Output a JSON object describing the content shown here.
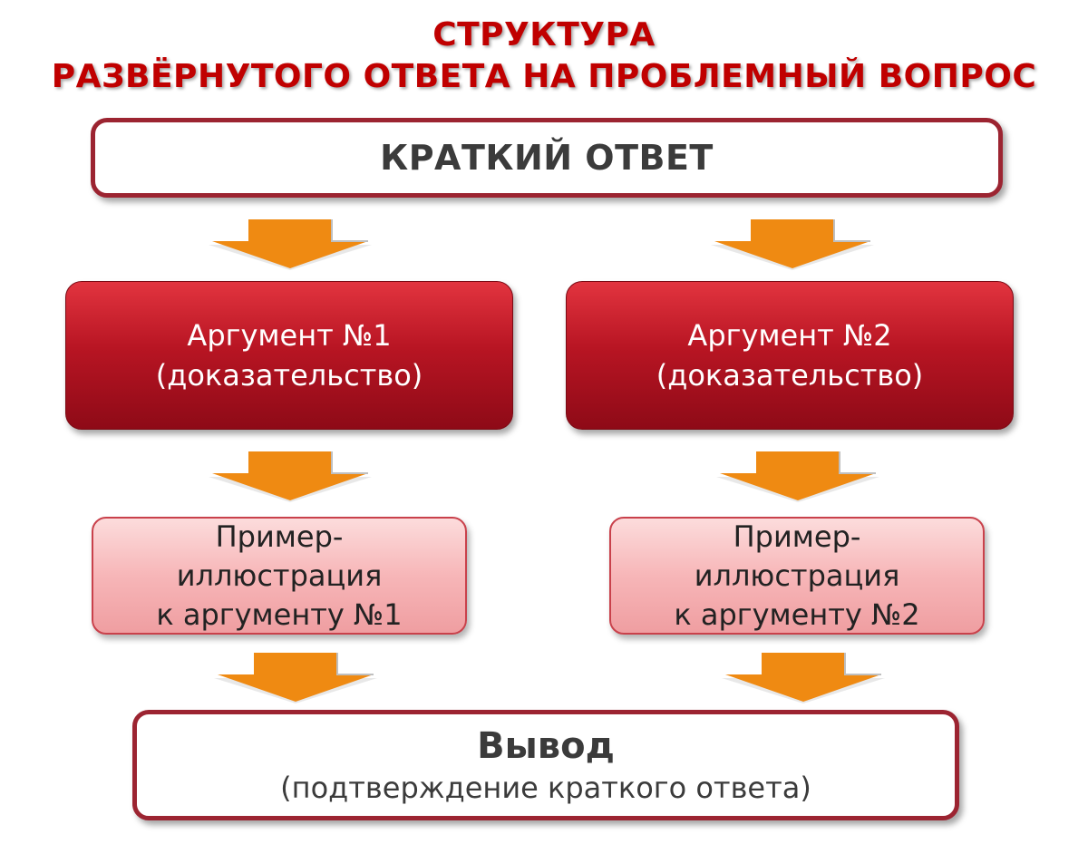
{
  "title": {
    "line1": "СТРУКТУРА",
    "line2": "РАЗВЁРНУТОГО ОТВЕТА НА ПРОБЛЕМНЫЙ ВОПРОС"
  },
  "short_answer": {
    "label": "КРАТКИЙ ОТВЕТ"
  },
  "arguments": [
    {
      "line1": "Аргумент №1",
      "line2": "(доказательство)"
    },
    {
      "line1": "Аргумент №2",
      "line2": "(доказательство)"
    }
  ],
  "examples": [
    {
      "line1": "Пример-",
      "line2": "иллюстрация",
      "line3": "к аргументу №1"
    },
    {
      "line1": "Пример-",
      "line2": "иллюстрация",
      "line3": "к аргументу №2"
    }
  ],
  "conclusion": {
    "title": "Вывод",
    "subtitle": "(подтверждение краткого ответа)"
  },
  "colors": {
    "title": "#c00000",
    "outline": "#9c2431",
    "argument_fill": "#b81523",
    "example_fill": "#f7b6b8",
    "arrow": "#ef8a12"
  },
  "icons": {
    "arrow": "arrow-down-icon"
  }
}
